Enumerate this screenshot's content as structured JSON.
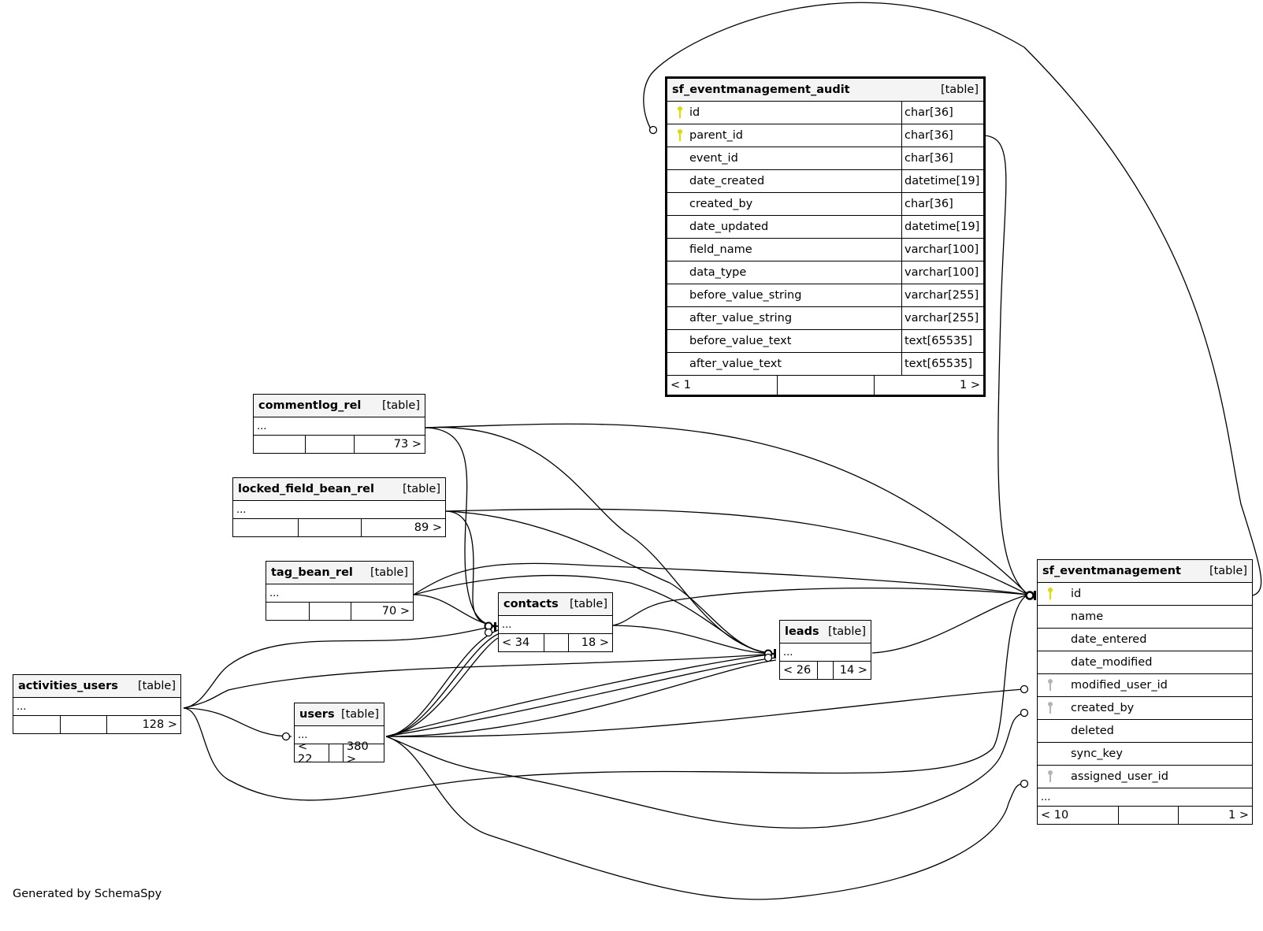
{
  "diagram": {
    "footer": "Generated by SchemaSpy",
    "key_colors": {
      "primary_key": "#dcdc00",
      "foreign_key": "#b4b4b4"
    },
    "tables": {
      "audit": {
        "name": "sf_eventmanagement_audit",
        "kind": "[table]",
        "columns": [
          {
            "name": "id",
            "type": "char[36]",
            "key": "primary"
          },
          {
            "name": "parent_id",
            "type": "char[36]",
            "key": "primary"
          },
          {
            "name": "event_id",
            "type": "char[36]",
            "key": ""
          },
          {
            "name": "date_created",
            "type": "datetime[19]",
            "key": ""
          },
          {
            "name": "created_by",
            "type": "char[36]",
            "key": ""
          },
          {
            "name": "date_updated",
            "type": "datetime[19]",
            "key": ""
          },
          {
            "name": "field_name",
            "type": "varchar[100]",
            "key": ""
          },
          {
            "name": "data_type",
            "type": "varchar[100]",
            "key": ""
          },
          {
            "name": "before_value_string",
            "type": "varchar[255]",
            "key": ""
          },
          {
            "name": "after_value_string",
            "type": "varchar[255]",
            "key": ""
          },
          {
            "name": "before_value_text",
            "type": "text[65535]",
            "key": ""
          },
          {
            "name": "after_value_text",
            "type": "text[65535]",
            "key": ""
          }
        ],
        "footer": [
          "< 1",
          "",
          "1 >"
        ]
      },
      "eventmanagement": {
        "name": "sf_eventmanagement",
        "kind": "[table]",
        "columns": [
          {
            "name": "id",
            "key": "primary"
          },
          {
            "name": "name",
            "key": ""
          },
          {
            "name": "date_entered",
            "key": ""
          },
          {
            "name": "date_modified",
            "key": ""
          },
          {
            "name": "modified_user_id",
            "key": "foreign"
          },
          {
            "name": "created_by",
            "key": "foreign"
          },
          {
            "name": "deleted",
            "key": ""
          },
          {
            "name": "sync_key",
            "key": ""
          },
          {
            "name": "assigned_user_id",
            "key": "foreign"
          }
        ],
        "more": "...",
        "footer": [
          "< 10",
          "",
          "1 >"
        ]
      },
      "commentlog_rel": {
        "name": "commentlog_rel",
        "kind": "[table]",
        "more": "...",
        "footer": [
          "",
          "",
          "73 >"
        ]
      },
      "locked_field_bean_rel": {
        "name": "locked_field_bean_rel",
        "kind": "[table]",
        "more": "...",
        "footer": [
          "",
          "",
          "89 >"
        ]
      },
      "tag_bean_rel": {
        "name": "tag_bean_rel",
        "kind": "[table]",
        "more": "...",
        "footer": [
          "",
          "",
          "70 >"
        ]
      },
      "contacts": {
        "name": "contacts",
        "kind": "[table]",
        "more": "...",
        "footer": [
          "< 34",
          "",
          "18 >"
        ]
      },
      "leads": {
        "name": "leads",
        "kind": "[table]",
        "more": "...",
        "footer": [
          "< 26",
          "",
          "14 >"
        ]
      },
      "activities_users": {
        "name": "activities_users",
        "kind": "[table]",
        "more": "...",
        "footer": [
          "",
          "",
          "128 >"
        ]
      },
      "users": {
        "name": "users",
        "kind": "[table]",
        "more": "...",
        "footer": [
          "< 22",
          "",
          "380 >"
        ]
      }
    }
  }
}
